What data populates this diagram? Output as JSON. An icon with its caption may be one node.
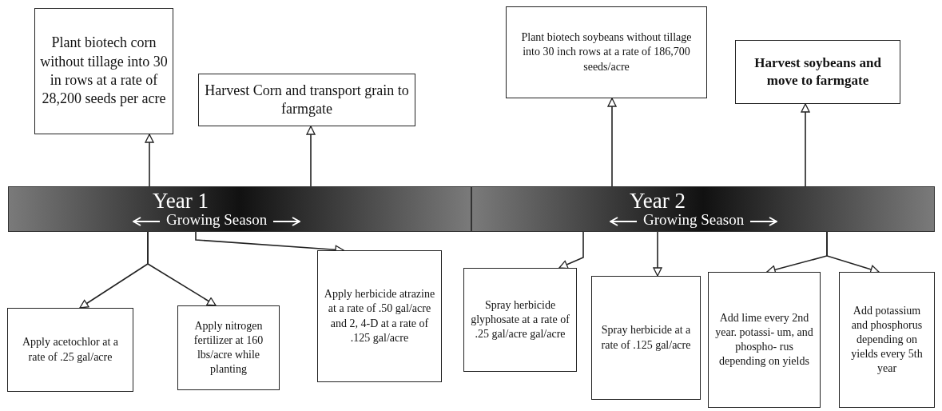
{
  "diagram": {
    "nodes": [
      {
        "text": [
          "Year 1",
          "Growing Season"
        ]
      },
      {
        "text": [
          "Year 2",
          "Growing Season"
        ]
      },
      {
        "text": [
          "Plant biotech corn without tillage into 30 in rows at a rate of 28,200 seeds per acre"
        ]
      },
      {
        "text": [
          "Harvest Corn and transport grain to farmgate"
        ]
      },
      {
        "text": [
          "Plant biotech soybeans without tillage into 30 inch rows at a rate of 186,700 seeds/acre"
        ]
      },
      {
        "text": [
          "Harvest soybeans and move to farmgate"
        ]
      },
      {
        "text": [
          "Apply acetochlor at a rate of .25 gal/acre"
        ]
      },
      {
        "text": [
          "Apply nitrogen fertilizer at 160 lbs/acre while planting"
        ]
      },
      {
        "text": [
          "Apply herbicide atrazine at a rate of .50 gal/acre and 2, 4-D at a rate of .125 gal/acre"
        ]
      },
      {
        "text": [
          "Spray herbicide glyphosate at a rate of .25 gal/acre gal/acre"
        ]
      },
      {
        "text": [
          "Spray herbicide at a rate of .125 gal/acre"
        ]
      },
      {
        "text": [
          "Add lime every 2nd year. potassi- um, and phospho- rus depending on yields"
        ]
      },
      {
        "text": [
          "Add potassium and phosphorus depending on yields every 5th year"
        ]
      }
    ],
    "edges": [
      {
        "from": 0,
        "to": 2,
        "arrow": "to"
      },
      {
        "from": 0,
        "to": 3,
        "arrow": "to"
      },
      {
        "from": 1,
        "to": 4,
        "arrow": "to"
      },
      {
        "from": 1,
        "to": 5,
        "arrow": "to"
      },
      {
        "from": 0,
        "to": 6,
        "arrow": "to"
      },
      {
        "from": 0,
        "to": 7,
        "arrow": "to"
      },
      {
        "from": 0,
        "to": 8,
        "arrow": "to"
      },
      {
        "from": 1,
        "to": 9,
        "arrow": "to"
      },
      {
        "from": 1,
        "to": 10,
        "arrow": "to"
      },
      {
        "from": 1,
        "to": 11,
        "arrow": "to"
      },
      {
        "from": 1,
        "to": 12,
        "arrow": "to"
      }
    ]
  }
}
